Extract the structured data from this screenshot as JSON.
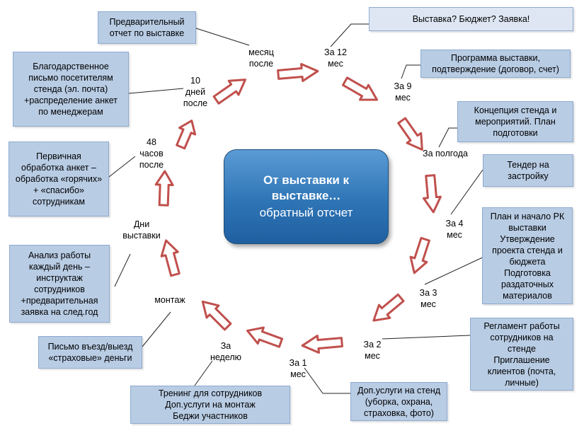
{
  "center": {
    "title": "От выставки к\nвыставке…",
    "subtitle": "обратный отсчет"
  },
  "labels": {
    "m12": "За 12\nмес",
    "m9": "За 9\nмес",
    "half": "За полгода",
    "m4": "За 4\nмес",
    "m3": "За 3\nмес",
    "m2": "За 2\nмес",
    "m1": "За 1\nмес",
    "week": "За\nнеделю",
    "mount": "монтаж",
    "days": "Дни\nвыставки",
    "h48": "48\nчасов\nпосле",
    "d10": "10\nдней\nпосле",
    "month_after": "месяц\nпосле"
  },
  "boxes": {
    "m12": "Выставка? Бюджет? Заявка!",
    "m9": "Программа выставки,\nподтверждение (договор, счет)",
    "half": "Концепция стенда и\nмероприятий. План\nподготовки",
    "m4": "Тендер на\nзастройку",
    "m3": "План  и начало РК\nвыставки\nУтверждение\nпроекта стенда и\nбюджета\nПодготовка\nраздаточных\nматериалов",
    "m2": "Регламент работы\nсотрудников на\nстенде\nПриглашение\nклиентов (почта,\nличные)",
    "m1": "Доп.услуги на стенд\n(уборка, охрана,\nстраховка, фото)",
    "week": "Тренинг для сотрудников\nДоп.услуги на монтаж\nБеджи участников",
    "mount": "Письмо въезд/выезд\n«страховые» деньги",
    "days": "Анализ работы\nкаждый день –\nинструктаж\nсотрудников\n+предварительная\nзаявка на след.год",
    "h48": "Первичная\nобработка анкет –\nобработка «горячих»\n+ «спасибо»\nсотрудникам",
    "d10": "Благодарственное\nписьмо посетителям\nстенда (эл. почта)\n+распределение анкет\nпо менеджерам",
    "month_after": "Предварительный\nотчет по выставке"
  },
  "colors": {
    "arrow_fill": "#ffffff",
    "arrow_stroke": "#c0504d",
    "box_fill": "#b8cce4",
    "box_light_fill": "#dde6f2",
    "center_fill": "#2e75b6"
  }
}
